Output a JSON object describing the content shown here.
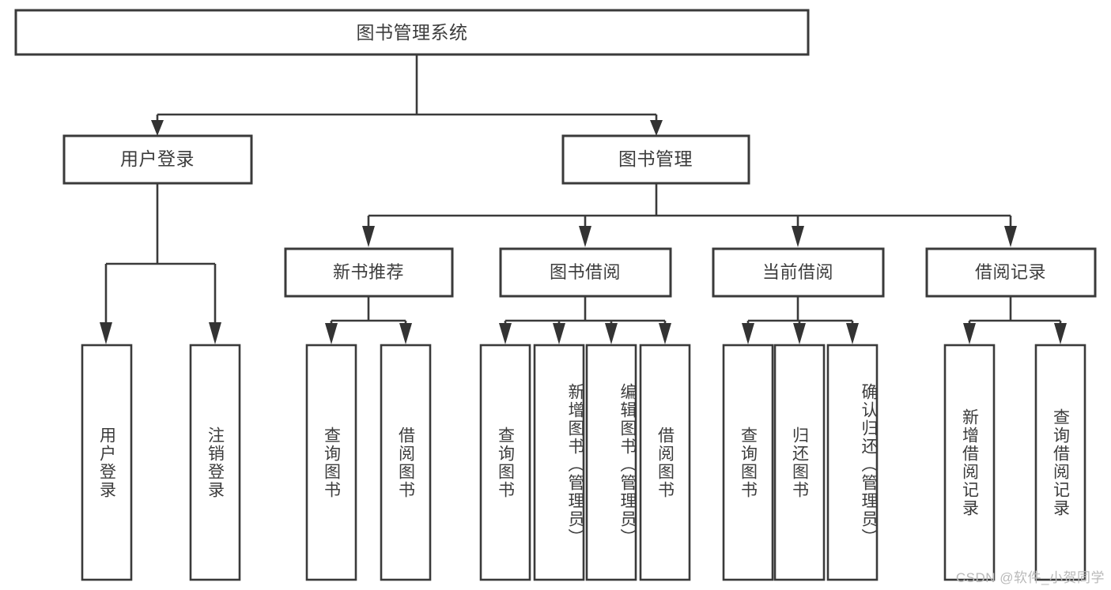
{
  "diagram": {
    "type": "hierarchy-tree",
    "title_node": {
      "label": "图书管理系统"
    },
    "level1": [
      {
        "label": "用户登录"
      },
      {
        "label": "图书管理"
      }
    ],
    "level2": [
      {
        "label": "新书推荐"
      },
      {
        "label": "图书借阅"
      },
      {
        "label": "当前借阅"
      },
      {
        "label": "借阅记录"
      }
    ],
    "leaves": {
      "user_login": [
        {
          "label": "用户登录"
        },
        {
          "label": "注销登录"
        }
      ],
      "new_book_recommend": [
        {
          "label": "查询图书"
        },
        {
          "label": "借阅图书"
        }
      ],
      "book_borrow": [
        {
          "label": "查询图书"
        },
        {
          "label": "新增图书（管理员）"
        },
        {
          "label": "编辑图书（管理员）"
        },
        {
          "label": "借阅图书"
        }
      ],
      "current_borrow": [
        {
          "label": "查询图书"
        },
        {
          "label": "归还图书"
        },
        {
          "label": "确认归还（管理员）"
        }
      ],
      "borrow_record": [
        {
          "label": "新增借阅记录"
        },
        {
          "label": "查询借阅记录"
        }
      ]
    }
  },
  "watermark": {
    "text": "CSDN @软件_小贺同学"
  },
  "colors": {
    "stroke": "#3a3a3a",
    "text": "#3c3c3c",
    "background": "#ffffff",
    "watermark": "#b9b9b9"
  }
}
